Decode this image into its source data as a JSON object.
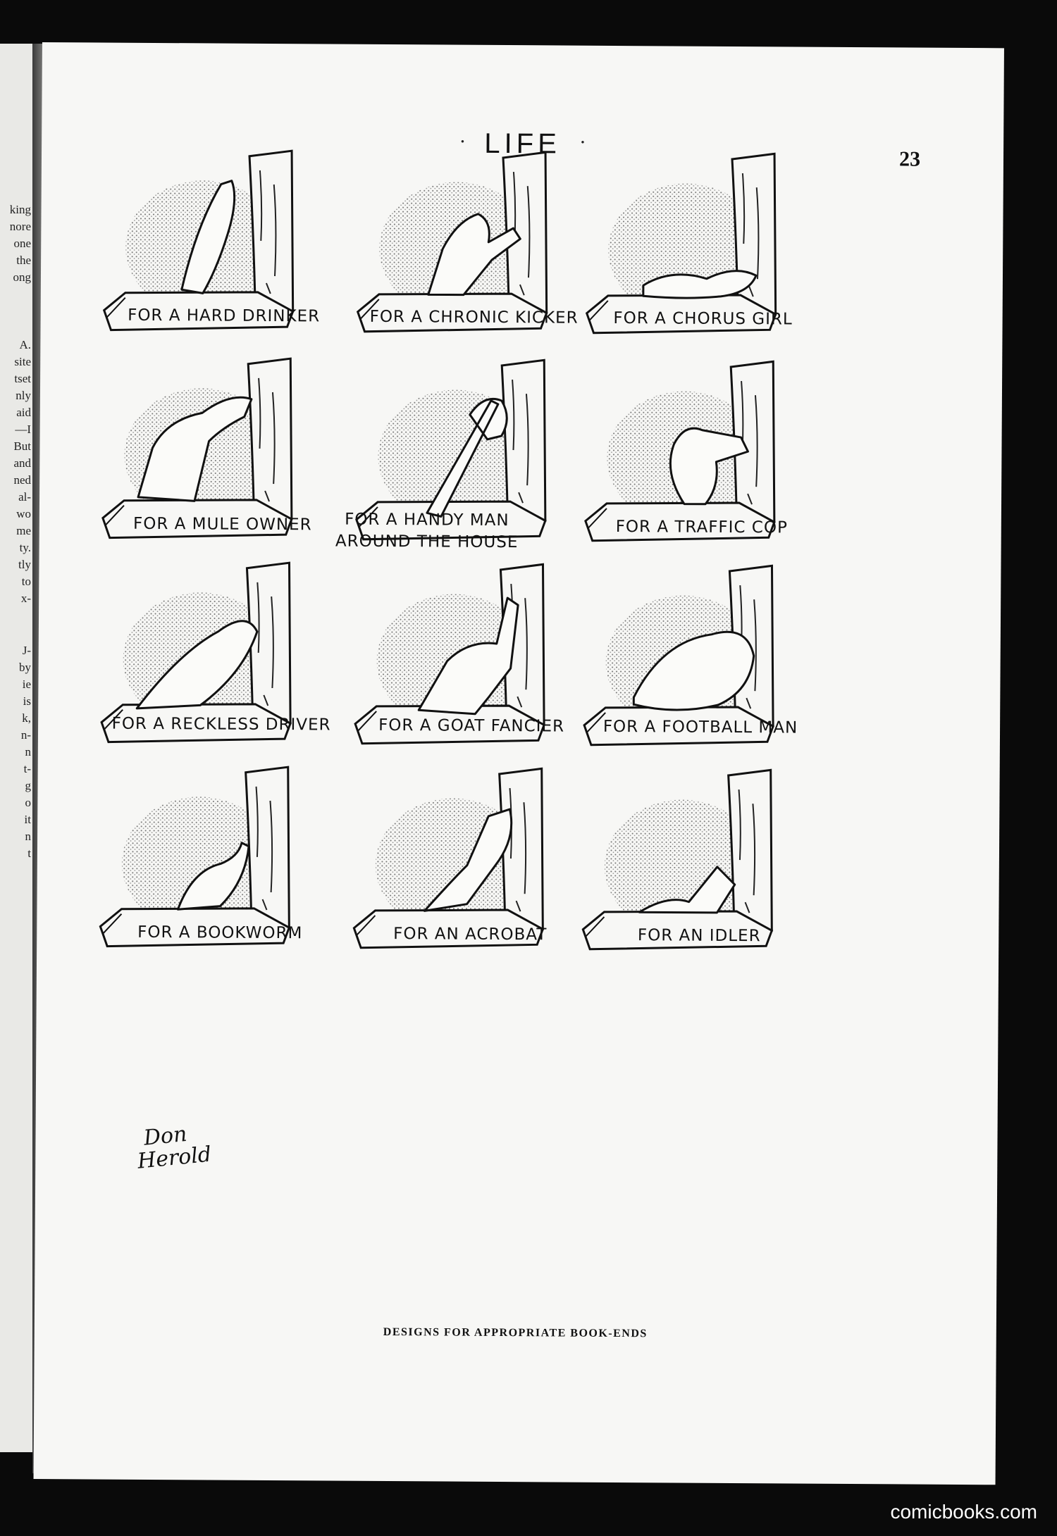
{
  "header": {
    "title": "LIFE",
    "bullet": "·",
    "page_number": "23"
  },
  "left_column_fragments": [
    "king",
    "nore",
    "one",
    "the",
    "ong",
    "A.",
    "site",
    "tset",
    "nly",
    "aid",
    "—I",
    "But",
    "and",
    "ned",
    "al-",
    "wo",
    "me",
    "ty.",
    "tly",
    "to",
    "x-",
    "J-",
    "by",
    "ie",
    "is",
    "k,",
    "n-",
    "n",
    "t-",
    "g",
    "o",
    "it",
    "n",
    "t"
  ],
  "panels": [
    {
      "caption": "FOR A HARD DRINKER"
    },
    {
      "caption": "FOR A CHRONIC KICKER"
    },
    {
      "caption": "FOR A CHORUS GIRL"
    },
    {
      "caption": "FOR A MULE OWNER"
    },
    {
      "caption": "FOR A HANDY MAN AROUND THE HOUSE"
    },
    {
      "caption": "FOR A TRAFFIC COP"
    },
    {
      "caption": "FOR A RECKLESS DRIVER"
    },
    {
      "caption": "FOR A GOAT FANCIER"
    },
    {
      "caption": "FOR A FOOTBALL MAN"
    },
    {
      "caption": "FOR A BOOKWORM"
    },
    {
      "caption": "FOR AN ACROBAT"
    },
    {
      "caption": "FOR AN IDLER"
    }
  ],
  "signature": "Don Herold",
  "footer": "DESIGNS FOR APPROPRIATE BOOK-ENDS",
  "watermark": "comicbooks.com"
}
